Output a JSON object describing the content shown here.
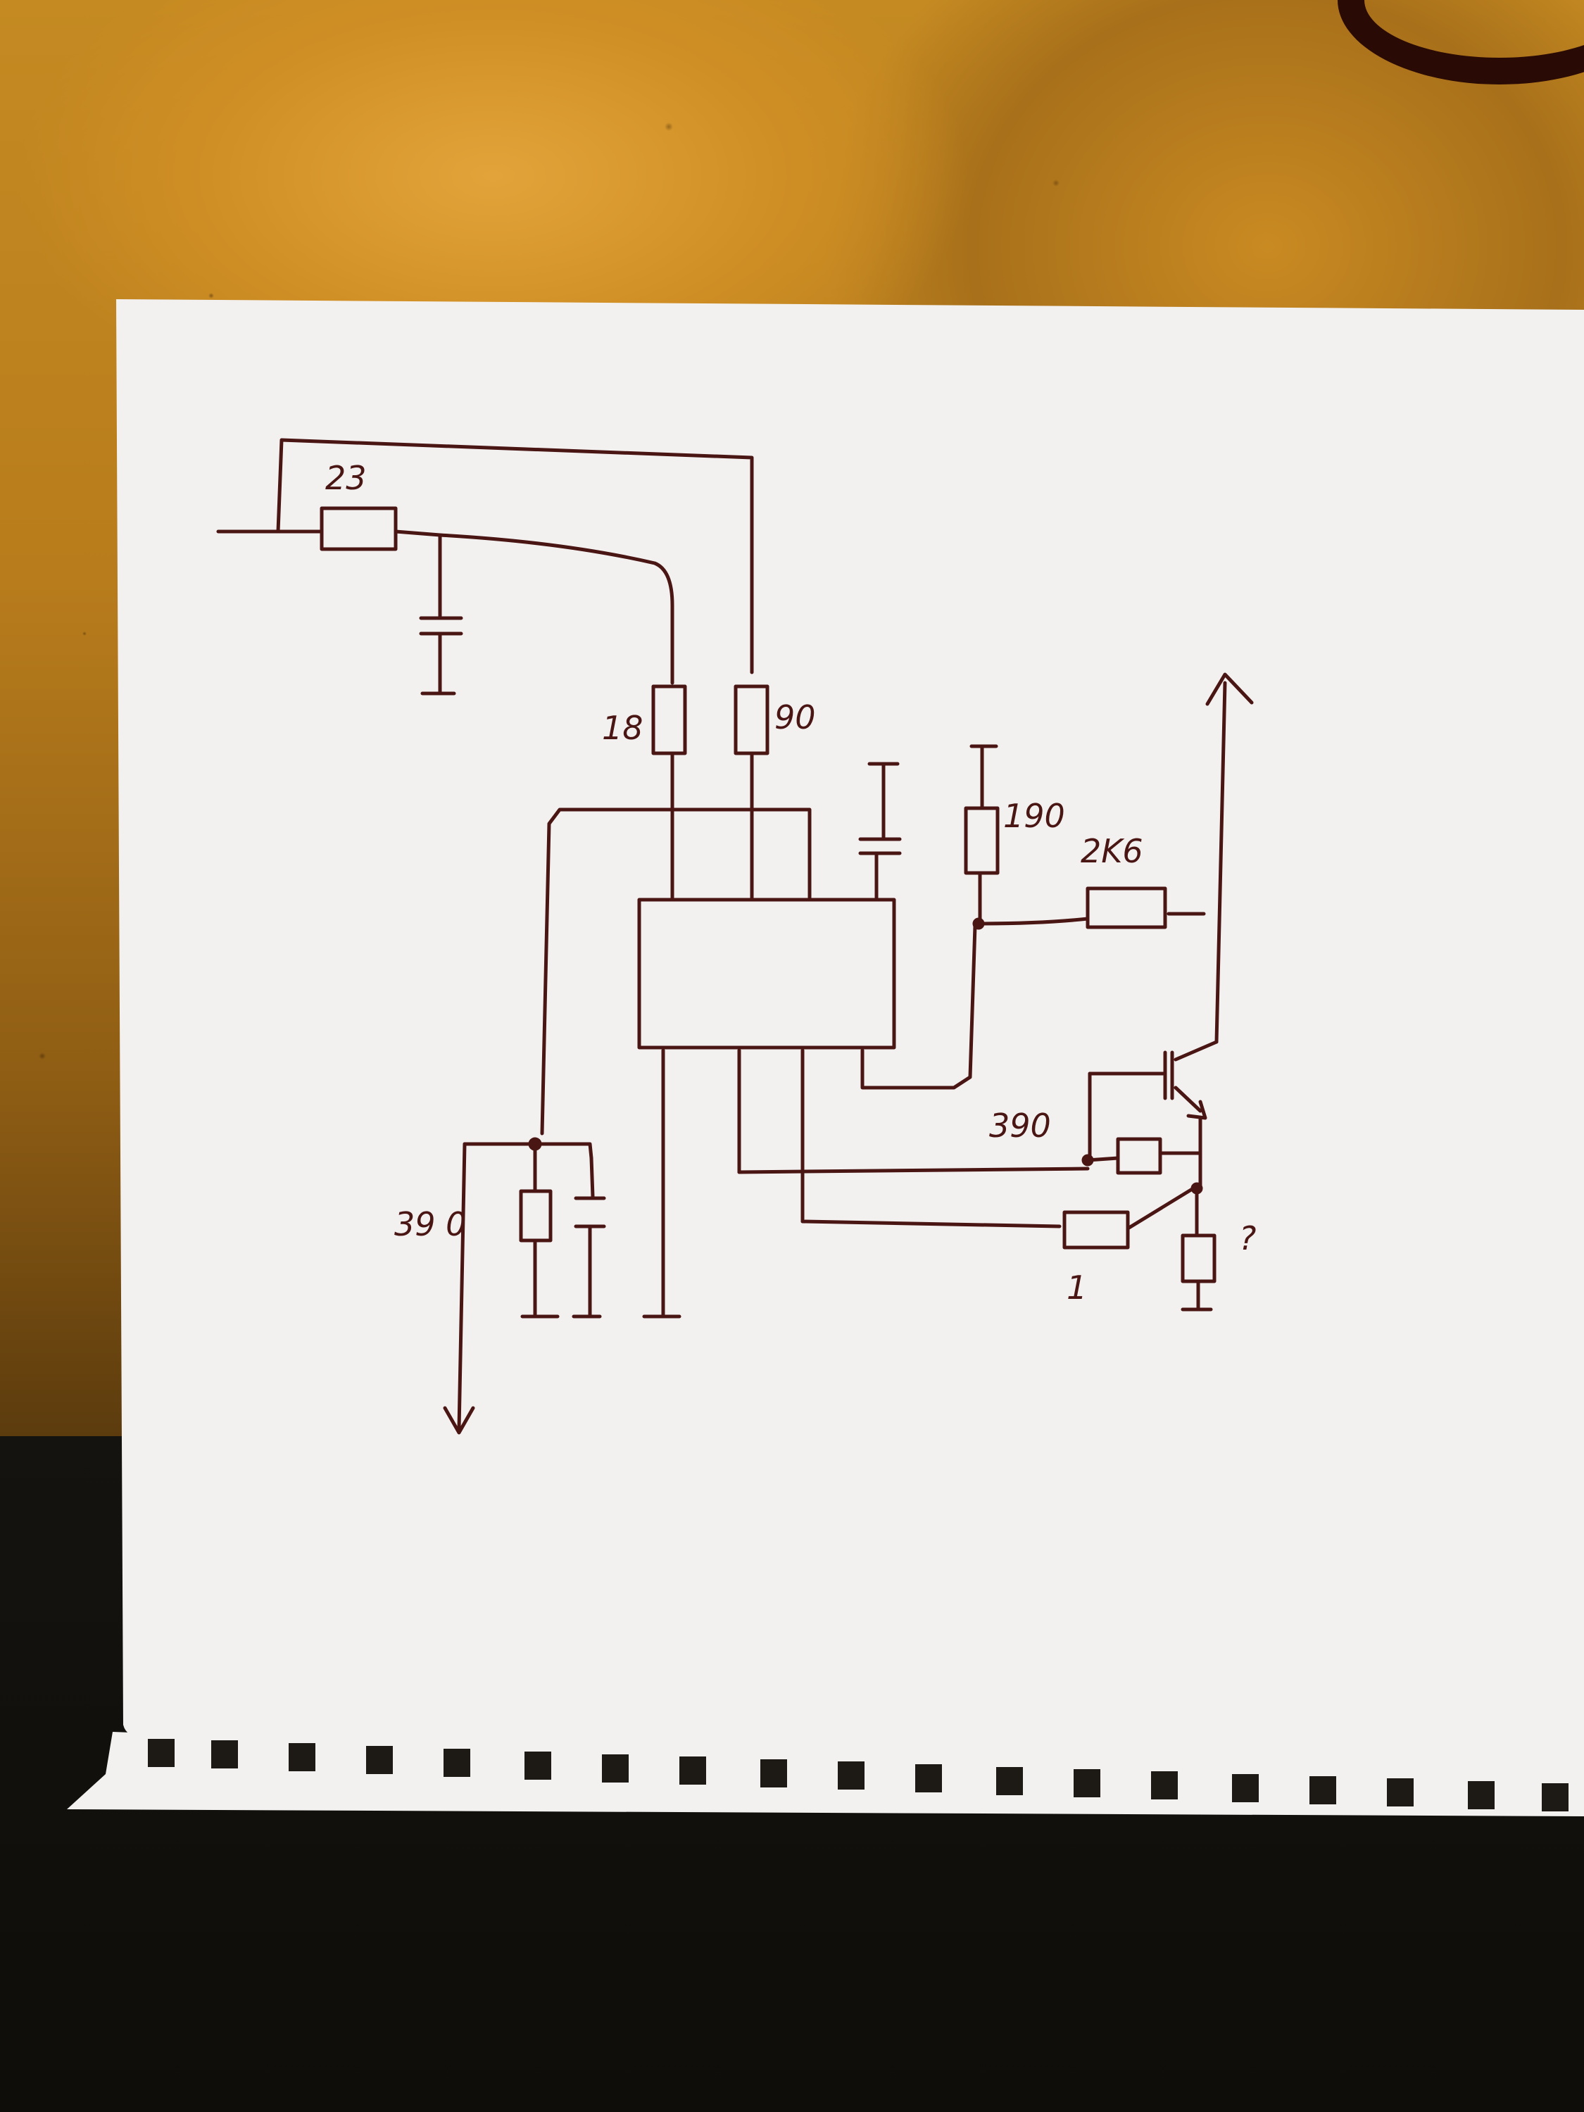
{
  "labels": {
    "r_top": "23",
    "r_18": "18",
    "r_90": "90",
    "r_190": "190",
    "r_2k6": "2K6",
    "r_390_right": "390",
    "r_390_left": "39 0",
    "r_1": "1",
    "r_question": "?"
  },
  "colors": {
    "ink": "#4a1614",
    "paper": "#f4f2f1",
    "desk": "#c58a22"
  }
}
